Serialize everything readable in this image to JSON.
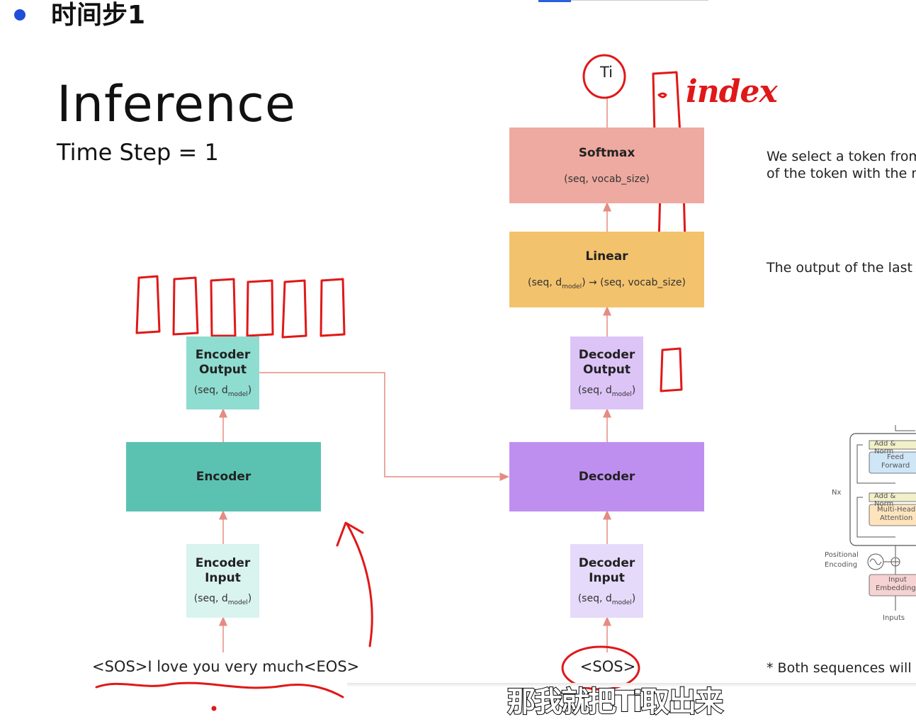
{
  "header": {
    "heading": "时间步1"
  },
  "slide": {
    "title": "Inference",
    "subtitle": "Time Step = 1"
  },
  "encoder_side": {
    "encoder_output": {
      "line1": "Encoder",
      "line2": "Output",
      "shape_main": "(seq, d",
      "shape_sub": "model",
      "shape_end": ")"
    },
    "encoder": {
      "label": "Encoder"
    },
    "encoder_input": {
      "line1": "Encoder",
      "line2": "Input",
      "shape_main": "(seq, d",
      "shape_sub": "model",
      "shape_end": ")"
    },
    "sentence": "<SOS>I love you very much<EOS>"
  },
  "decoder_side": {
    "token": "Ti",
    "softmax": {
      "label": "Softmax",
      "shape": "(seq, vocab_size)"
    },
    "linear": {
      "label": "Linear",
      "shape_a": "(seq, d",
      "shape_sub": "model",
      "shape_b": ") → (seq, vocab_size)"
    },
    "decoder_output": {
      "line1": "Decoder",
      "line2": "Output",
      "shape_main": "(seq, d",
      "shape_sub": "model",
      "shape_end": ")"
    },
    "decoder": {
      "label": "Decoder"
    },
    "decoder_input": {
      "line1": "Decoder",
      "line2": "Input",
      "shape_main": "(seq, d",
      "shape_sub": "model",
      "shape_end": ")"
    },
    "sos": "<SOS>"
  },
  "side_notes": {
    "note1_line1": "We select a token from",
    "note1_line2": "of the token with the m",
    "note2": "The output of the last lay",
    "note3": "* Both sequences will ha"
  },
  "annotation": {
    "handwritten_word": "index"
  },
  "transformer_fig": {
    "add_norm_1": "Add & Norm",
    "feed_forward_1": "Feed",
    "feed_forward_2": "Forward",
    "add_norm_2": "Add & Norm",
    "mha_1": "Multi-Head",
    "mha_2": "Attention",
    "nx": "Nx",
    "pos_enc_1": "Positional",
    "pos_enc_2": "Encoding",
    "input_emb_1": "Input",
    "input_emb_2": "Embedding",
    "inputs": "Inputs"
  },
  "video_subtitle": "那我就把Ti取出来",
  "colors": {
    "softmax": "#eeaaa0",
    "linear": "#f3c26c",
    "decoder_output": "#dcc4f7",
    "decoder": "#bf8ff0",
    "decoder_input": "#e6dafa",
    "encoder_output": "#8fdcd0",
    "encoder": "#5bc2b2",
    "encoder_input": "#d9f3ef",
    "arrow": "#e48c82",
    "annotation": "#e01818",
    "bullet": "#1f4fd8"
  }
}
